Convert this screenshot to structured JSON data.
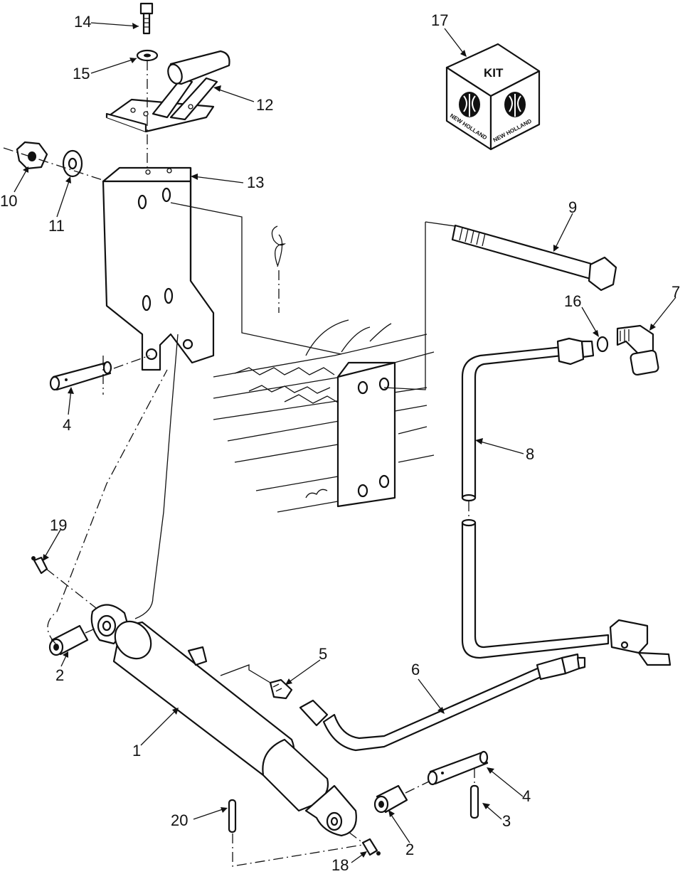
{
  "callouts": {
    "c1": "1",
    "c2a": "2",
    "c2b": "2",
    "c3": "3",
    "c4a": "4",
    "c4b": "4",
    "c5": "5",
    "c6": "6",
    "c7": "7",
    "c8": "8",
    "c9": "9",
    "c10": "10",
    "c11": "11",
    "c12": "12",
    "c13": "13",
    "c14": "14",
    "c15": "15",
    "c16": "16",
    "c17": "17",
    "c18": "18",
    "c19": "19",
    "c20": "20"
  },
  "kit_box": {
    "title": "KIT",
    "brand_left": "NEW HOLLAND",
    "brand_right": "NEW HOLLAND"
  }
}
